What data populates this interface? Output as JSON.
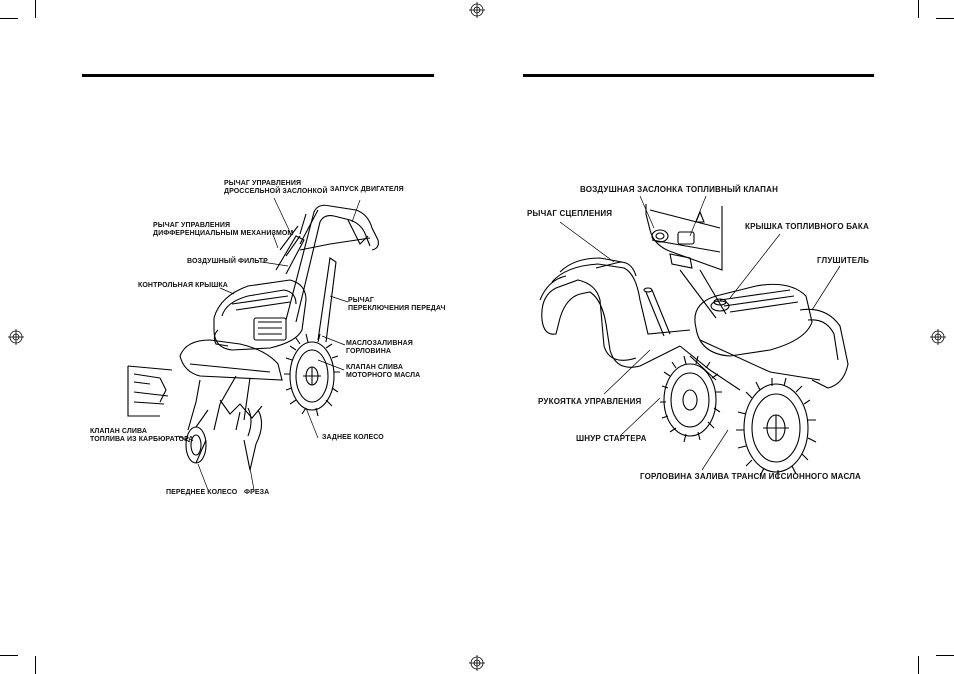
{
  "left_diagram": {
    "labels": {
      "throttle_lever_1": "РЫЧАГ УПРАВЛЕНИЯ",
      "throttle_lever_2": "ДРОССЕЛЬНОЙ ЗАСЛОНКОЙ",
      "engine_start": "ЗАПУСК ДВИГАТЕЛЯ",
      "diff_lever_1": "РЫЧАГ УПРАВЛЕНИЯ",
      "diff_lever_2": "ДИФФЕРЕНЦИАЛЬНЫМ МЕХАНИЗМОМ",
      "air_filter": "ВОЗДУШНЫЙ ФИЛЬТР",
      "control_cover": "КОНТРОЛЬНАЯ КРЫШКА",
      "gear_lever_1": "РЫЧАГ",
      "gear_lever_2": "ПЕРЕКЛЮЧЕНИЯ ПЕРЕДАЧ",
      "oil_filler_1": "МАСЛОЗАЛИВНАЯ",
      "oil_filler_2": "ГОРЛОВИНА",
      "oil_drain_1": "КЛАПАН СЛИВА",
      "oil_drain_2": "МОТОРНОГО МАСЛА",
      "rear_wheel": "ЗАДНЕЕ КОЛЕСО",
      "carb_drain_1": "КЛАПАН СЛИВА",
      "carb_drain_2": "ТОПЛИВА ИЗ КАРБЮРАТОРА",
      "front_wheel": "ПЕРЕДНЕЕ КОЛЕСО",
      "tiller": "ФРЕЗА"
    }
  },
  "right_diagram": {
    "labels": {
      "choke": "ВОЗДУШНАЯ ЗАСЛОНКА",
      "fuel_valve": "ТОПЛИВНЫЙ КЛАПАН",
      "clutch_lever": "РЫЧАГ СЦЕПЛЕНИЯ",
      "fuel_cap": "КРЫШКА ТОПЛИВНОГО БАКА",
      "muffler": "ГЛУШИТЕЛЬ",
      "handlebar": "РУКОЯТКА УПРАВЛЕНИЯ",
      "starter_cord": "ШНУР СТАРТЕРА",
      "trans_oil_filler": "ГОРЛОВИНА ЗАЛИВА ТРАНСМ ИССИОННОГО МАСЛА"
    }
  }
}
